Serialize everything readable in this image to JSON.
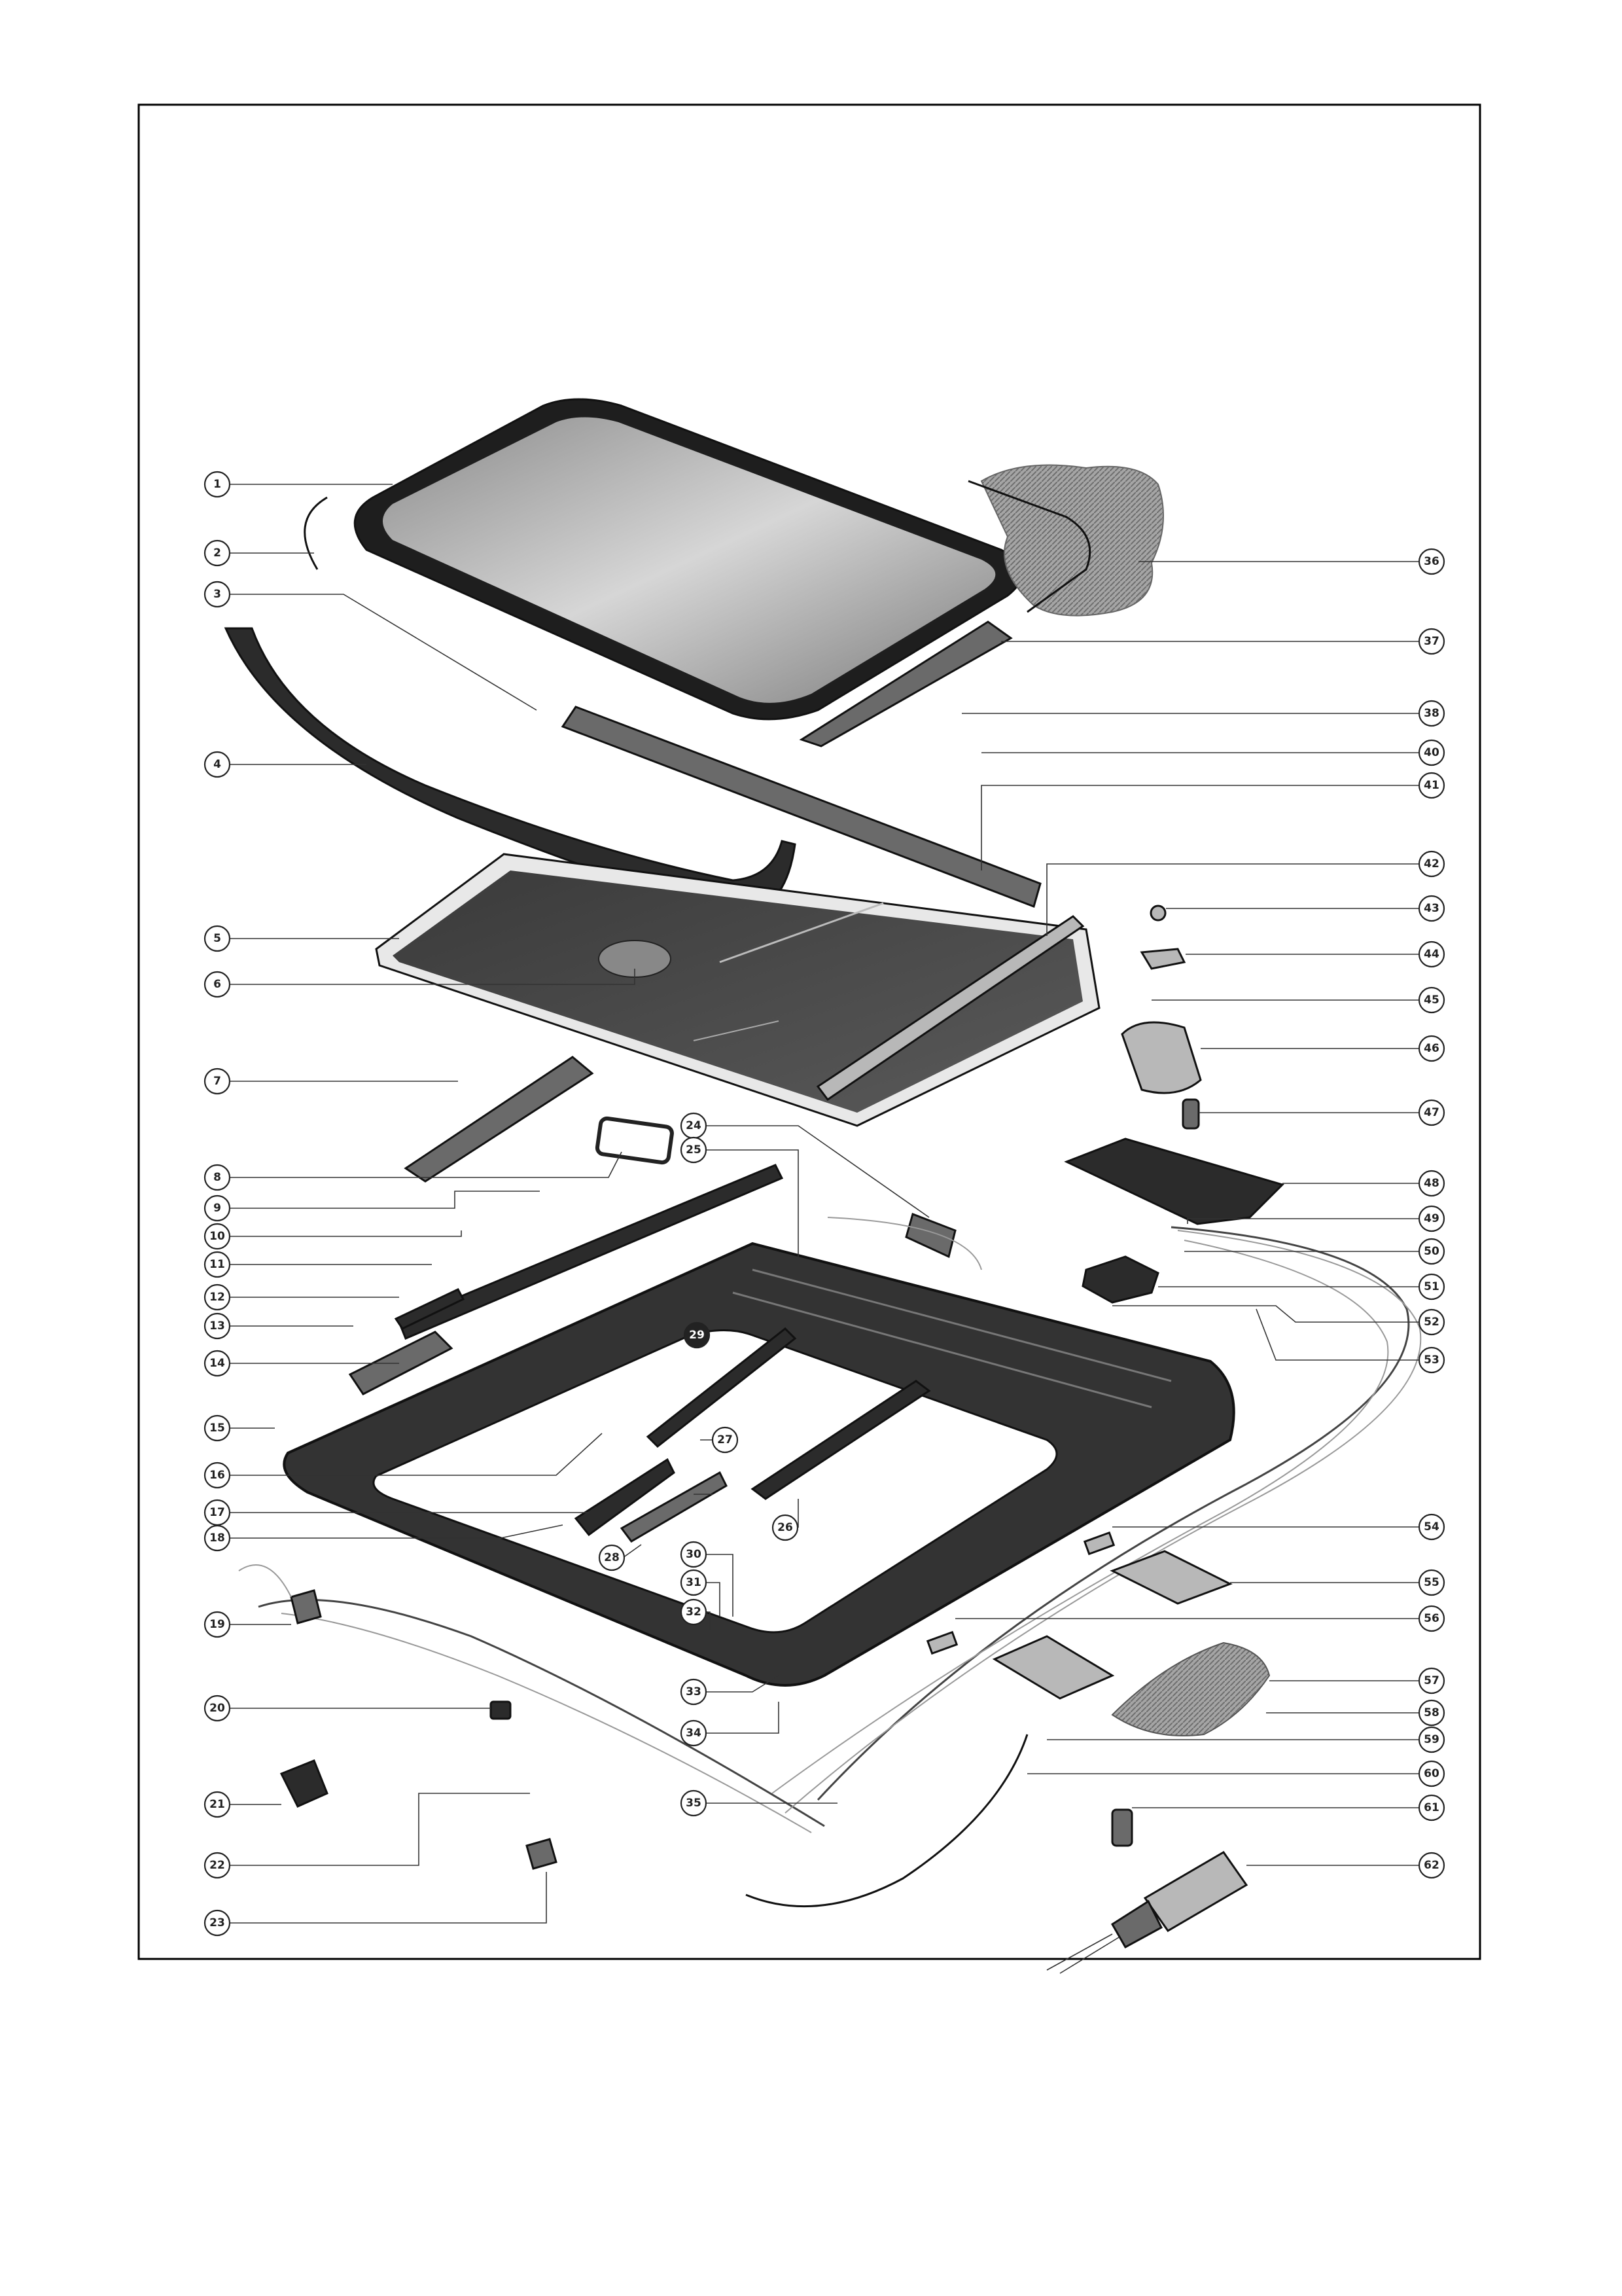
{
  "callouts": [
    {
      "id": "c1",
      "label": "1"
    },
    {
      "id": "c2",
      "label": "2"
    },
    {
      "id": "c3",
      "label": "3"
    },
    {
      "id": "c4",
      "label": "4"
    },
    {
      "id": "c5",
      "label": "5"
    },
    {
      "id": "c6",
      "label": "6"
    },
    {
      "id": "c7",
      "label": "7"
    },
    {
      "id": "c8",
      "label": "8"
    },
    {
      "id": "c9",
      "label": "9"
    },
    {
      "id": "c10",
      "label": "10"
    },
    {
      "id": "c11",
      "label": "11"
    },
    {
      "id": "c12",
      "label": "12"
    },
    {
      "id": "c13",
      "label": "13"
    },
    {
      "id": "c14",
      "label": "14"
    },
    {
      "id": "c15",
      "label": "15"
    },
    {
      "id": "c16",
      "label": "16"
    },
    {
      "id": "c17",
      "label": "17"
    },
    {
      "id": "c18",
      "label": "18"
    },
    {
      "id": "c19",
      "label": "19"
    },
    {
      "id": "c20",
      "label": "20"
    },
    {
      "id": "c21",
      "label": "21"
    },
    {
      "id": "c22",
      "label": "22"
    },
    {
      "id": "c23",
      "label": "23"
    },
    {
      "id": "c24",
      "label": "24"
    },
    {
      "id": "c25",
      "label": "25"
    },
    {
      "id": "c26",
      "label": "26"
    },
    {
      "id": "c27",
      "label": "27"
    },
    {
      "id": "c28",
      "label": "28"
    },
    {
      "id": "c29",
      "label": "29"
    },
    {
      "id": "c30",
      "label": "30"
    },
    {
      "id": "c31",
      "label": "31"
    },
    {
      "id": "c32",
      "label": "32"
    },
    {
      "id": "c33",
      "label": "33"
    },
    {
      "id": "c34",
      "label": "34"
    },
    {
      "id": "c35",
      "label": "35"
    },
    {
      "id": "c36",
      "label": "36"
    },
    {
      "id": "c37",
      "label": "37"
    },
    {
      "id": "c38",
      "label": "38"
    },
    {
      "id": "c40",
      "label": "40"
    },
    {
      "id": "c41",
      "label": "41"
    },
    {
      "id": "c42",
      "label": "42"
    },
    {
      "id": "c43",
      "label": "43"
    },
    {
      "id": "c44",
      "label": "44"
    },
    {
      "id": "c45",
      "label": "45"
    },
    {
      "id": "c46",
      "label": "46"
    },
    {
      "id": "c47",
      "label": "47"
    },
    {
      "id": "c48",
      "label": "48"
    },
    {
      "id": "c49",
      "label": "49"
    },
    {
      "id": "c50",
      "label": "50"
    },
    {
      "id": "c51",
      "label": "51"
    },
    {
      "id": "c52",
      "label": "52"
    },
    {
      "id": "c53",
      "label": "53"
    },
    {
      "id": "c54",
      "label": "54"
    },
    {
      "id": "c55",
      "label": "55"
    },
    {
      "id": "c56",
      "label": "56"
    },
    {
      "id": "c57",
      "label": "57"
    },
    {
      "id": "c58",
      "label": "58"
    },
    {
      "id": "c59",
      "label": "59"
    },
    {
      "id": "c60",
      "label": "60"
    },
    {
      "id": "c61",
      "label": "61"
    },
    {
      "id": "c62",
      "label": "62"
    }
  ]
}
